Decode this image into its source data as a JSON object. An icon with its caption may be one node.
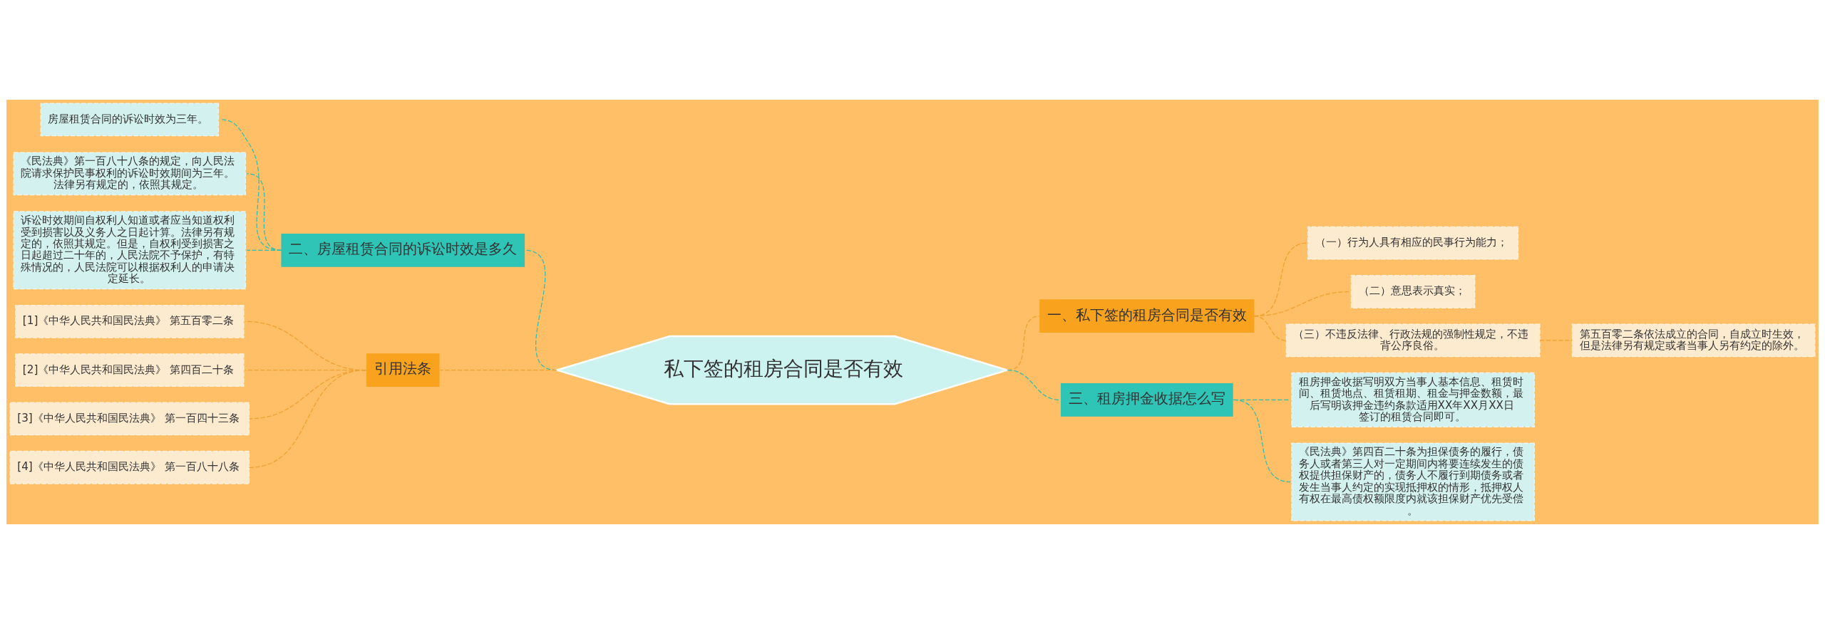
{
  "diagram": {
    "nodes": [
      {
        "text": [
          "私下签的租房合同是否有效"
        ]
      },
      {
        "text": [
          "一、私下签的租房合同是否有效"
        ]
      },
      {
        "text": [
          "（一）行为人具有相应的民事行为能力；"
        ]
      },
      {
        "text": [
          "（二）意思表示真实；"
        ]
      },
      {
        "text": [
          "（三）不违反法律、行政法规的强制性规定，不违背公序良俗。"
        ]
      },
      {
        "text": [
          "第五百零二条依法成立的合同，自成立时生效，但是法律另有规定或者当事人另有约定的除外。"
        ]
      },
      {
        "text": [
          "三、租房押金收据怎么写"
        ]
      },
      {
        "text": [
          "租房押金收据写明双方当事人基本信息、租赁时间、租赁地点、租赁租期、租金与押金数额，最后写明该押金违约条款适用XX年XX月XX日签订的租赁合同即可。"
        ]
      },
      {
        "text": [
          "《民法典》第四百二十条为担保债务的履行，债务人或者第三人对一定期间内将要连续发生的债权提供担保财产的，债务人不履行到期债务或者发生当事人约定的实现抵押权的情形，抵押权人有权在最高债权额限度内就该担保财产优先受偿。"
        ]
      },
      {
        "text": [
          "二、房屋租赁合同的诉讼时效是多久"
        ]
      },
      {
        "text": [
          "房屋租赁合同的诉讼时效为三年。"
        ]
      },
      {
        "text": [
          "《民法典》第一百八十八条的规定，向人民法院请求保护民事权利的诉讼时效期间为三年。法律另有规定的，依照其规定。"
        ]
      },
      {
        "text": [
          "诉讼时效期间自权利人知道或者应当知道权利受到损害以及义务人之日起计算。法律另有规定的，依照其规定。但是，自权利受到损害之日起超过二十年的，人民法院不予保护，有特殊情况的，人民法院可以根据权利人的申请决定延长。"
        ]
      },
      {
        "text": [
          "引用法条"
        ]
      },
      {
        "text": [
          "[1]《中华人民共和国民法典》 第五百零二条"
        ]
      },
      {
        "text": [
          "[2]《中华人民共和国民法典》 第四百二十条"
        ]
      },
      {
        "text": [
          "[3]《中华人民共和国民法典》 第一百四十三条"
        ]
      },
      {
        "text": [
          "[4]《中华人民共和国民法典》 第一百八十八条"
        ]
      }
    ],
    "edges": [
      {
        "from": 0,
        "to": 1,
        "arrow": "none",
        "style": "dashed"
      },
      {
        "from": 1,
        "to": 2,
        "arrow": "none",
        "style": "dashed"
      },
      {
        "from": 1,
        "to": 3,
        "arrow": "none",
        "style": "dashed"
      },
      {
        "from": 1,
        "to": 4,
        "arrow": "none",
        "style": "dashed"
      },
      {
        "from": 4,
        "to": 5,
        "arrow": "none",
        "style": "dashed"
      },
      {
        "from": 0,
        "to": 6,
        "arrow": "none",
        "style": "dashed",
        "color": "#2ebfae"
      },
      {
        "from": 6,
        "to": 7,
        "arrow": "none",
        "style": "dashed",
        "color": "#2ebfae"
      },
      {
        "from": 6,
        "to": 8,
        "arrow": "none",
        "style": "dashed",
        "color": "#2ebfae"
      },
      {
        "from": 0,
        "to": 9,
        "arrow": "none",
        "style": "dashed",
        "color": "#2ebfae"
      },
      {
        "from": 9,
        "to": 10,
        "arrow": "none",
        "style": "dashed",
        "color": "#2ebfae"
      },
      {
        "from": 9,
        "to": 11,
        "arrow": "none",
        "style": "dashed",
        "color": "#2ebfae"
      },
      {
        "from": 9,
        "to": 12,
        "arrow": "none",
        "style": "dashed",
        "color": "#2ebfae"
      },
      {
        "from": 0,
        "to": 13,
        "arrow": "none",
        "style": "dashed"
      },
      {
        "from": 13,
        "to": 14,
        "arrow": "none",
        "style": "dashed"
      },
      {
        "from": 13,
        "to": 15,
        "arrow": "none",
        "style": "dashed"
      },
      {
        "from": 13,
        "to": 16,
        "arrow": "none",
        "style": "dashed"
      },
      {
        "from": 13,
        "to": 17,
        "arrow": "none",
        "style": "dashed"
      }
    ]
  }
}
